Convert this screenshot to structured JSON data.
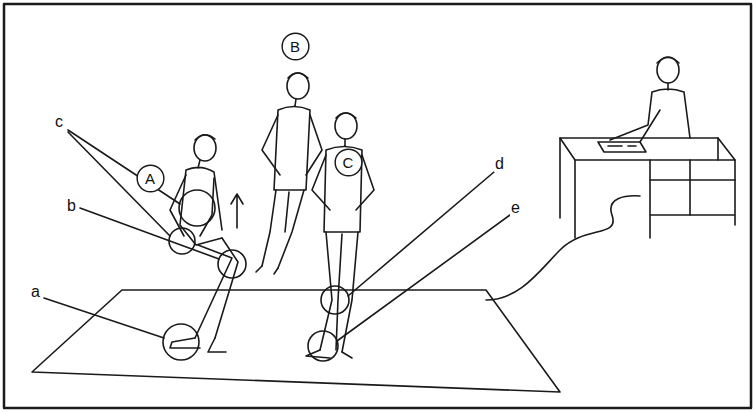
{
  "diagram": {
    "nodes": [
      {
        "text": [
          "A"
        ]
      },
      {
        "text": [
          "B"
        ]
      },
      {
        "text": [
          "C"
        ]
      }
    ],
    "labels": [
      "c",
      "b",
      "a",
      "d",
      "e"
    ]
  }
}
